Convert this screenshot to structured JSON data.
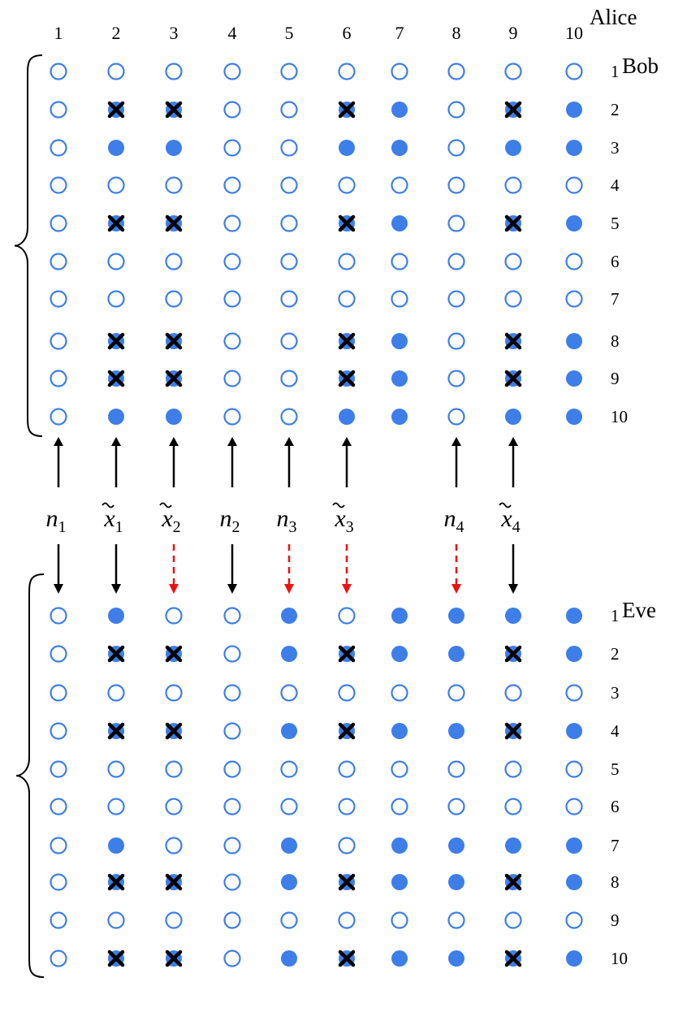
{
  "columns": [
    "1",
    "2",
    "3",
    "4",
    "5",
    "6",
    "7",
    "8",
    "9",
    "10"
  ],
  "alice": {
    "name": "Alice"
  },
  "bob": {
    "name": "Bob",
    "row_labels": [
      "1",
      "2",
      "3",
      "4",
      "5",
      "6",
      "7",
      "8",
      "9",
      "10"
    ],
    "grid": [
      "oooooooooo",
      "oxxooxfoxf",
      "offooffoff",
      "oooooooooo",
      "oxxooxfoxf",
      "oooooooooo",
      "oooooooooo",
      "oxxooxfoxf",
      "oxxooxfoxf",
      "offooffoff"
    ]
  },
  "eve": {
    "name": "Eve",
    "row_labels": [
      "1",
      "2",
      "3",
      "4",
      "5",
      "6",
      "7",
      "8",
      "9",
      "10"
    ],
    "grid": [
      "ofoofoffff",
      "oxxofxffxf",
      "oooooooooo",
      "oxxofxffxf",
      "oooooooooo",
      "oooooooooo",
      "ofoofoffff",
      "oxxofxffxf",
      "oooooooooo",
      "oxxofxffxf"
    ]
  },
  "channel_labels": [
    {
      "col": 1,
      "base": "n",
      "sub": "1",
      "tilde": false
    },
    {
      "col": 2,
      "base": "x",
      "sub": "1",
      "tilde": true
    },
    {
      "col": 3,
      "base": "x",
      "sub": "2",
      "tilde": true
    },
    {
      "col": 4,
      "base": "n",
      "sub": "2",
      "tilde": false
    },
    {
      "col": 5,
      "base": "n",
      "sub": "3",
      "tilde": false
    },
    {
      "col": 6,
      "base": "x",
      "sub": "3",
      "tilde": true
    },
    {
      "col": 8,
      "base": "n",
      "sub": "4",
      "tilde": false
    },
    {
      "col": 9,
      "base": "x",
      "sub": "4",
      "tilde": true
    }
  ],
  "up_arrows": [
    1,
    2,
    3,
    4,
    5,
    6,
    8,
    9
  ],
  "down_arrows": [
    {
      "col": 1,
      "style": "solid"
    },
    {
      "col": 2,
      "style": "solid"
    },
    {
      "col": 3,
      "style": "dashed"
    },
    {
      "col": 4,
      "style": "solid"
    },
    {
      "col": 5,
      "style": "dashed"
    },
    {
      "col": 6,
      "style": "dashed"
    },
    {
      "col": 8,
      "style": "dashed"
    },
    {
      "col": 9,
      "style": "solid"
    }
  ],
  "colors": {
    "dot": "#3d7ee8",
    "cross": "#000000",
    "arrow": "#000000",
    "dashed_arrow": "#ee1111"
  }
}
